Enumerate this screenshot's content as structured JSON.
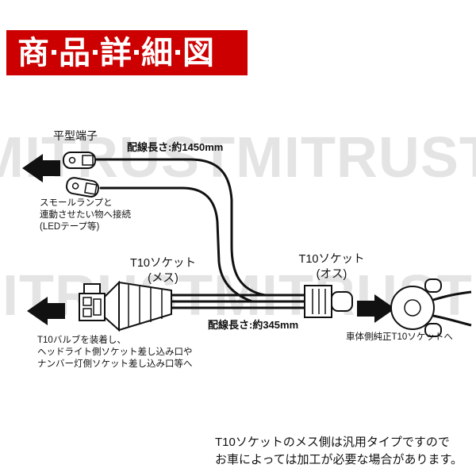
{
  "banner": {
    "title": "商品詳細図"
  },
  "watermark": {
    "text": "MITRUST",
    "row": "MITRUSTMITRUSTMITRUST"
  },
  "diagram": {
    "flat_terminal_label": "平型端子",
    "wire_length_long": "配線長さ:約1450mm",
    "small_lamp_note": [
      "スモールランプと",
      "連動させたい物へ接続",
      "(LEDテープ等)"
    ],
    "female_socket_label": [
      "T10ソケット",
      "(メス)"
    ],
    "male_socket_label": [
      "T10ソケット",
      "(オス)"
    ],
    "wire_length_short": "配線長さ:約345mm",
    "bulb_note": [
      "T10バルブを装着し、",
      "ヘッドライト側ソケット差し込み口や",
      "ナンバー灯側ソケット差し込み口等へ"
    ],
    "vehicle_note": "車体側純正T10ソケットへ"
  },
  "footer": {
    "note": [
      "T10ソケットのメス側は汎用タイプですので",
      "お車によっては加工が必要な場合があります。"
    ]
  },
  "colors": {
    "banner_bg": "#cc0000",
    "watermark": "#e4e4e4",
    "line": "#111111"
  }
}
